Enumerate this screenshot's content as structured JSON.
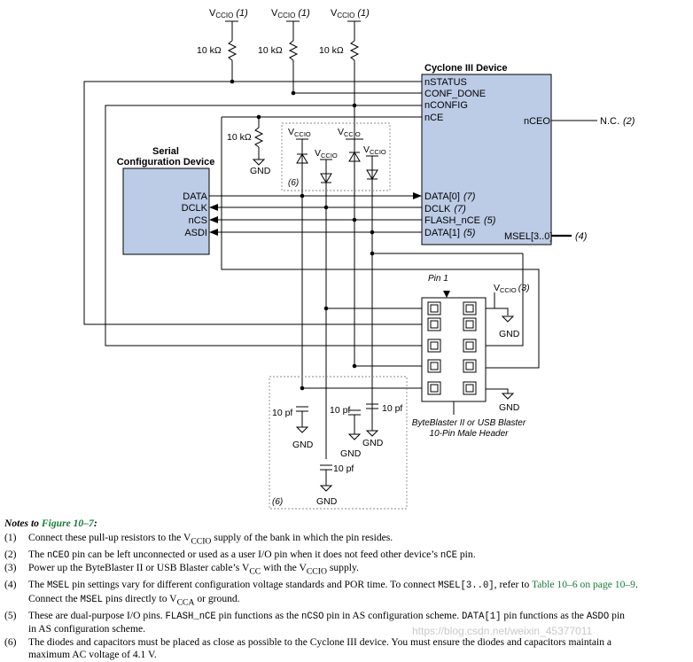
{
  "vccio": {
    "prefix": "V",
    "sub": "CCIO",
    "note1": "(1)",
    "note3": "(3)"
  },
  "pullup": {
    "label": "10 kΩ"
  },
  "cyclone": {
    "title": "Cyclone III Device",
    "pins": {
      "nstatus": "nSTATUS",
      "conf_done": "CONF_DONE",
      "nconfig": "nCONFIG",
      "nce": "nCE",
      "nceo": "nCEO",
      "data0": "DATA[0]",
      "data0_note": "(7)",
      "dclk": "DCLK",
      "dclk_note": "(7)",
      "flash_nce": "FLASH_nCE",
      "flash_nce_note": "(5)",
      "data1": "DATA[1]",
      "data1_note": "(5)",
      "msel": "MSEL[3..0]",
      "msel_note": "(4)"
    },
    "nc": {
      "label": "N.C.",
      "note": "(2)"
    }
  },
  "scd": {
    "title_line1": "Serial",
    "title_line2": "Configuration Device",
    "pins": {
      "data": "DATA",
      "dclk": "DCLK",
      "ncs": "nCS",
      "asdi": "ASDI"
    }
  },
  "gnd": "GND",
  "diode_note": "(6)",
  "cap_box_note": "(6)",
  "cap_label": "10 pf",
  "header": {
    "pin1": "Pin 1",
    "caption1": "ByteBlaster II or USB Blaster",
    "caption2": "10-Pin Male Header"
  },
  "notes": {
    "title_prefix": "Notes to ",
    "title_ref": "Figure 10–7",
    "title_suffix": ":",
    "n1": {
      "num": "(1)",
      "t1": "Connect these pull-up resistors to the V",
      "sub": "CCIO",
      "t2": " supply of the bank in which the pin resides."
    },
    "n2": {
      "num": "(2)",
      "t1": "The ",
      "c1": "nCEO",
      "t2": " pin can be left unconnected or used as a user I/O pin when it does not feed other device’s ",
      "c2": "nCE",
      "t3": " pin."
    },
    "n3": {
      "num": "(3)",
      "t1": "Power up the ByteBlaster II or USB Blaster cable’s V",
      "sub1": "CC",
      "t2": " with the V",
      "sub2": "CCIO",
      "t3": " supply."
    },
    "n4": {
      "num": "(4)",
      "t1": "The ",
      "c1": "MSEL",
      "t2": " pin settings vary for different configuration voltage standards and POR time. To connect ",
      "c2": "MSEL[3..0]",
      "t3": ", refer to ",
      "link": "Table 10–6 on page 10–9",
      "t4": ".",
      "t5": "Connect the ",
      "c3": "MSEL",
      "t6": " pins directly to V",
      "sub": "CCA",
      "t7": " or ground."
    },
    "n5": {
      "num": "(5)",
      "t1": "These are dual-purpose I/O pins. ",
      "c1": "FLASH_nCE",
      "t2": " pin functions as the ",
      "c2": "nCSO",
      "t3": " pin in AS configuration scheme. ",
      "c3": "DATA[1]",
      "t4": "  pin functions as the ",
      "c4": "ASDO",
      "t5": " pin",
      "t6": "in AS configuration scheme."
    },
    "n6": {
      "num": "(6)",
      "t1": "The diodes and capacitors must be placed as close as possible to the Cyclone III device. You must ensure the diodes and capacitors maintain a",
      "t2": "maximum AC voltage of 4.1 V."
    }
  },
  "watermark": "https://blog.csdn.net/weixin_45377011",
  "colors": {
    "device_fill": "#bccbe6",
    "link_green": "#1a7a3a"
  }
}
